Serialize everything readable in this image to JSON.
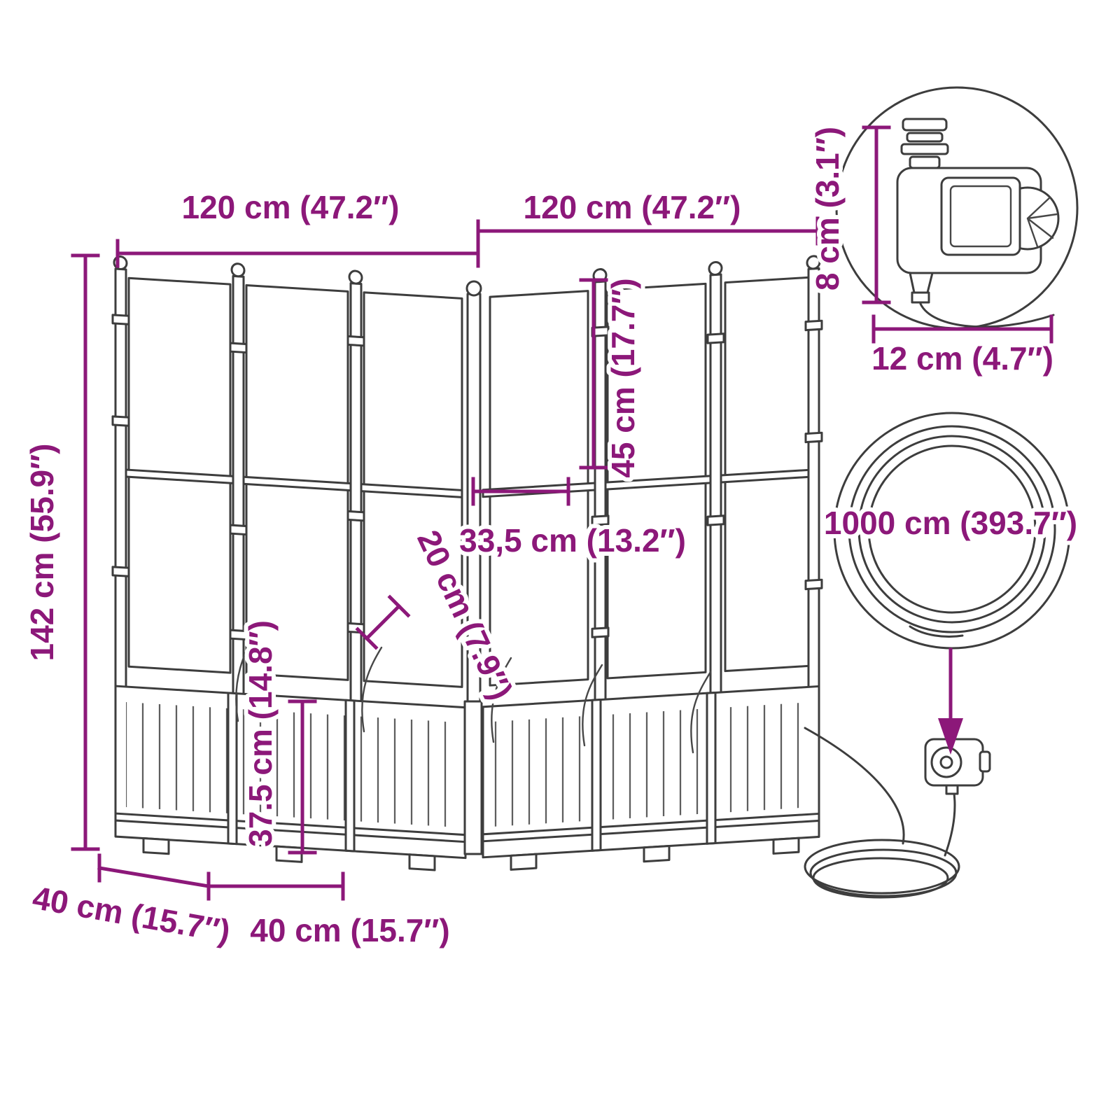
{
  "diagram": {
    "colors": {
      "dimension": "#8c1879",
      "drawing": "#3d3d3d",
      "background": "#ffffff"
    },
    "dimensions": {
      "top_left_width": "120 cm (47.2″)",
      "top_right_width": "120 cm (47.2″)",
      "total_height": "142 cm (55.9″)",
      "trellis_drop": "45 cm (17.7″)",
      "corner_inner_width": "33,5 cm (13.2″)",
      "inner_depth": "20 cm (7.9″)",
      "planter_height": "37.5 cm (14.8″)",
      "side_depth": "40 cm (15.7″)",
      "front_depth": "40 cm (15.7″)",
      "timer_height": "8 cm (3.1″)",
      "timer_width": "12 cm (4.7″)",
      "hose_length": "1000 cm (393.7″)"
    }
  }
}
